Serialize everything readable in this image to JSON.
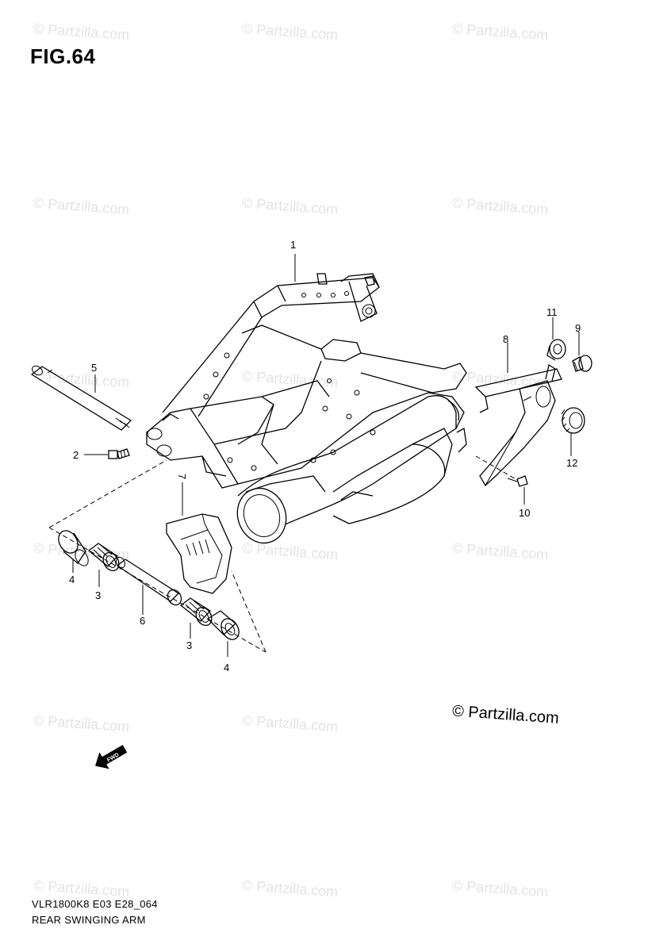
{
  "figure": {
    "title": "FIG.64"
  },
  "watermark": {
    "text": "© Partzilla.com",
    "color": "#e3e3e3"
  },
  "credit": {
    "text": "© Partzilla.com"
  },
  "footer": {
    "code": "VLR1800K8 E03 E28_064",
    "caption": "REAR SWINGING ARM"
  },
  "fwd_arrow": {
    "label": "FWD",
    "icon": "front-direction-arrow-icon"
  },
  "callouts": [
    "1",
    "2",
    "3",
    "3",
    "4",
    "4",
    "5",
    "6",
    "7",
    "8",
    "9",
    "10",
    "11",
    "12"
  ]
}
